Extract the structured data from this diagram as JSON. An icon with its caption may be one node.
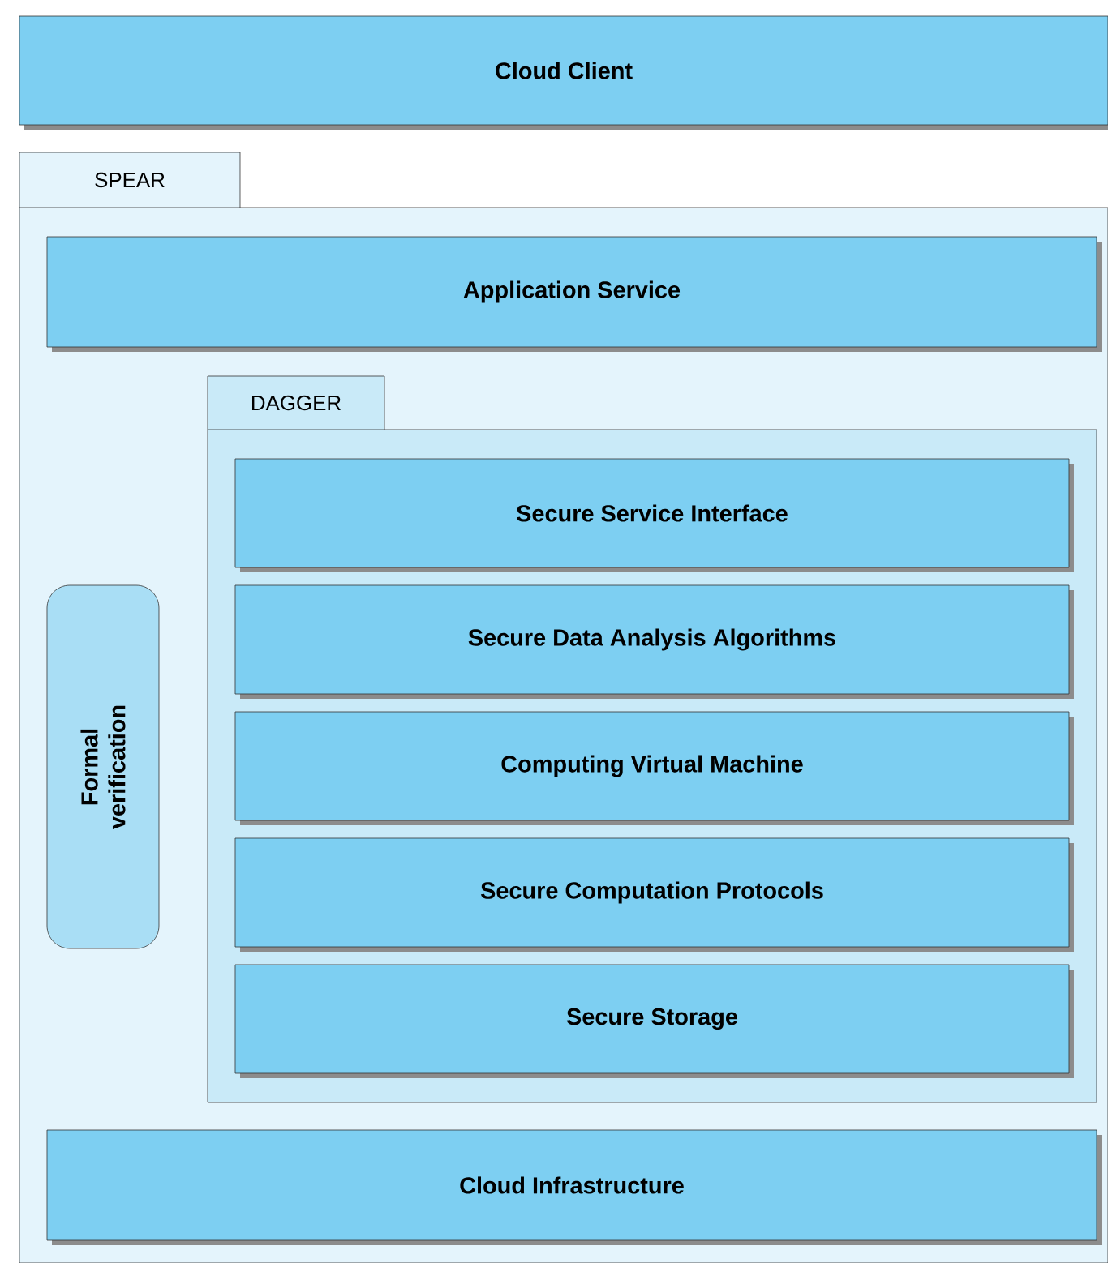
{
  "diagram": {
    "nodes": [
      {
        "text": [
          "Cloud Client"
        ]
      },
      {
        "text": [
          "SPEAR"
        ]
      },
      {
        "text": [
          "Application Service"
        ],
        "in": 1
      },
      {
        "text": [
          "DAGGER"
        ],
        "in": 1
      },
      {
        "text": [
          "Secure Service Interface"
        ],
        "in": 3
      },
      {
        "text": [
          "Secure Data Analysis Algorithms"
        ],
        "in": 3
      },
      {
        "text": [
          "Computing Virtual Machine"
        ],
        "in": 3
      },
      {
        "text": [
          "Secure Computation Protocols"
        ],
        "in": 3
      },
      {
        "text": [
          "Secure Storage"
        ],
        "in": 3
      },
      {
        "text": [
          "Formal verification"
        ],
        "in": 1
      },
      {
        "text": [
          "Cloud Infrastructure"
        ],
        "in": 1
      }
    ]
  }
}
